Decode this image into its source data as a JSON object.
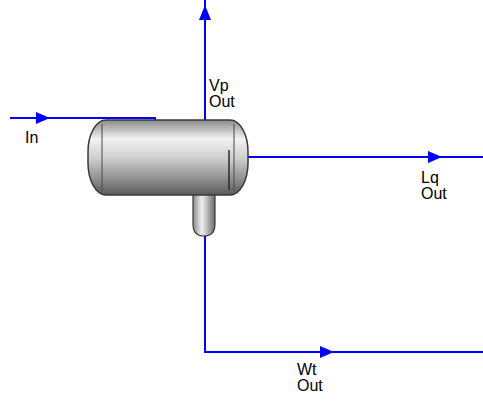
{
  "diagram": {
    "labels": [
      "In",
      "Vp Out",
      "Lq Out",
      "Wt Out"
    ]
  }
}
